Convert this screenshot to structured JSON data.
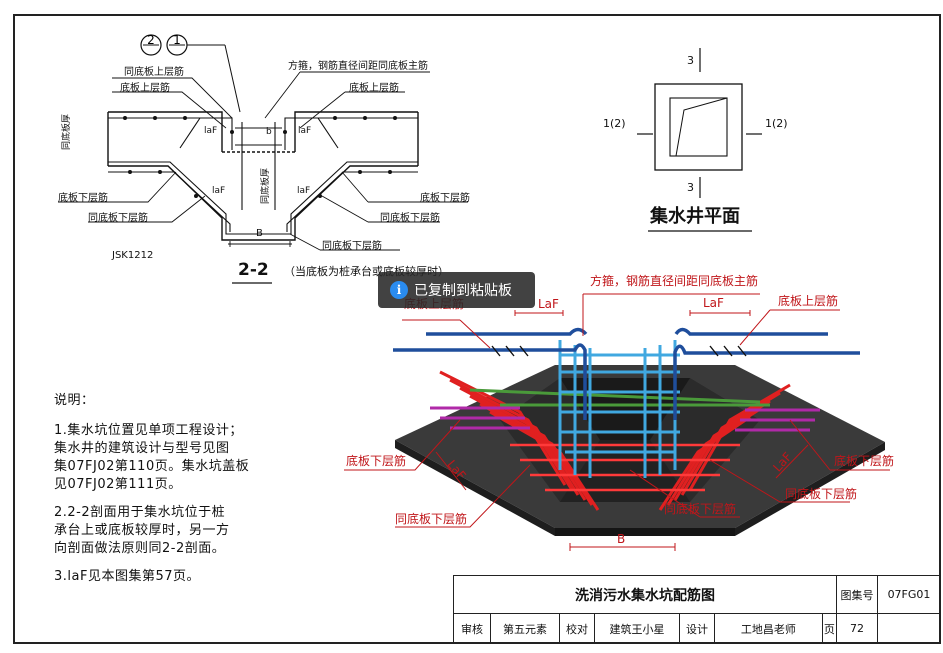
{
  "section": {
    "circle_left": "2",
    "circle_right": "1",
    "labels": {
      "top_rebar_same_floor": "同底板上层筋",
      "floor_top_rebar_left": "底板上层筋",
      "stirrup_note": "方箍，钢筋直径间距同底板主筋",
      "floor_top_rebar_right": "底板上层筋",
      "floor_thickness_left": "同底板厚",
      "floor_thickness_mid": "同底板厚",
      "laf": "laF",
      "b_small": "b",
      "floor_bottom_rebar_left": "底板下层筋",
      "same_floor_bottom_left": "同底板下层筋",
      "floor_bottom_rebar_right": "底板下层筋",
      "same_floor_bottom_right": "同底板下层筋",
      "same_floor_bottom_lower": "同底板下层筋",
      "dim_B": "B",
      "code": "JSK1212"
    },
    "title": "2-2",
    "subtitle": "（当底板为桩承台或底板较厚时）"
  },
  "plan": {
    "mark_top": "3",
    "mark_bottom": "3",
    "mark_left": "1(2)",
    "mark_right": "1(2)",
    "title": "集水井平面"
  },
  "iso": {
    "stirrup_note": "方箍，钢筋直径间距同底板主筋",
    "floor_top_left": "底板上层筋",
    "floor_top_right": "底板上层筋",
    "laf_top_left": "LaF",
    "laf_top_right": "LaF",
    "laf_bottom_left": "LaF",
    "laf_bottom_right": "LaF",
    "floor_bottom_left": "底板下层筋",
    "floor_bottom_right": "底板下层筋",
    "same_bottom_right": "同底板下层筋",
    "same_bottom_mid": "同底板下层筋",
    "same_bottom_left": "同底板下层筋",
    "dim_B": "B"
  },
  "toast": {
    "icon": "info-icon",
    "text": "已复制到粘贴板"
  },
  "notes": {
    "heading": "说明：",
    "items": [
      [
        "1.集水坑位置见单项工程设计；",
        "集水井的建筑设计与型号见图",
        "集07FJ02第110页。集水坑盖板",
        "见07FJ02第111页。"
      ],
      [
        "2.2-2剖面用于集水坑位于桩",
        "承台上或底板较厚时，另一方",
        "向剖面做法原则同2-2剖面。"
      ],
      [
        "3.laF见本图集第57页。"
      ]
    ]
  },
  "title_block": {
    "drawing_title": "洗消污水集水坑配筋图",
    "atlas_label": "图集号",
    "atlas_no": "07FG01",
    "review_label": "审核",
    "review_name": "第五元素",
    "check_label": "校对",
    "check_name": "建筑王小星",
    "design_label": "设计",
    "design_name": "工地昌老师",
    "page_label": "页",
    "page_no": "72"
  },
  "colors": {
    "red": "#c0161a",
    "blue": "#1f4e9c",
    "cyan": "#40a8e0",
    "green": "#4a9a3a",
    "magenta": "#9c2a8c",
    "concrete": "#2b2b2b"
  }
}
